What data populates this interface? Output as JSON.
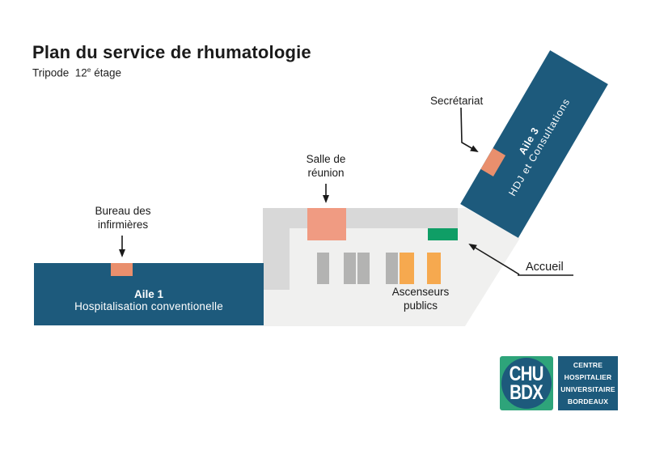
{
  "title": "Plan du service de rhumatologie",
  "subtitle": {
    "prefix": "Tripode  12",
    "sup": "e",
    "suffix": " étage"
  },
  "colors": {
    "blue": "#1D5A7C",
    "floor": "#F0F0EF",
    "corridor": "#D8D8D8",
    "salmon": "#F09B82",
    "salmon_small": "#E98F6D",
    "green": "#0F9E66",
    "bar_gray": "#B3B3B2",
    "bar_orange": "#F6A94F",
    "logo_green": "#2EA47A",
    "ink": "#1A1A1A"
  },
  "wings": {
    "aile1": {
      "name": "Aile 1",
      "description": "Hospitalisation conventionelle"
    },
    "aile3": {
      "name": "Aile 3",
      "description": "HDJ et Consultations"
    }
  },
  "labels": {
    "bureau_line1": "Bureau des",
    "bureau_line2": "infirmières",
    "salle_line1": "Salle de",
    "salle_line2": "réunion",
    "secretariat": "Secrétariat",
    "accueil": "Accueil",
    "ascenseurs_line1": "Ascenseurs",
    "ascenseurs_line2": "publics"
  },
  "logo": {
    "badge_line1": "CHU",
    "badge_line2": "BDX",
    "org_lines": [
      "CENTRE",
      "HOSPITALIER",
      "UNIVERSITAIRE",
      "BORDEAUX"
    ]
  }
}
